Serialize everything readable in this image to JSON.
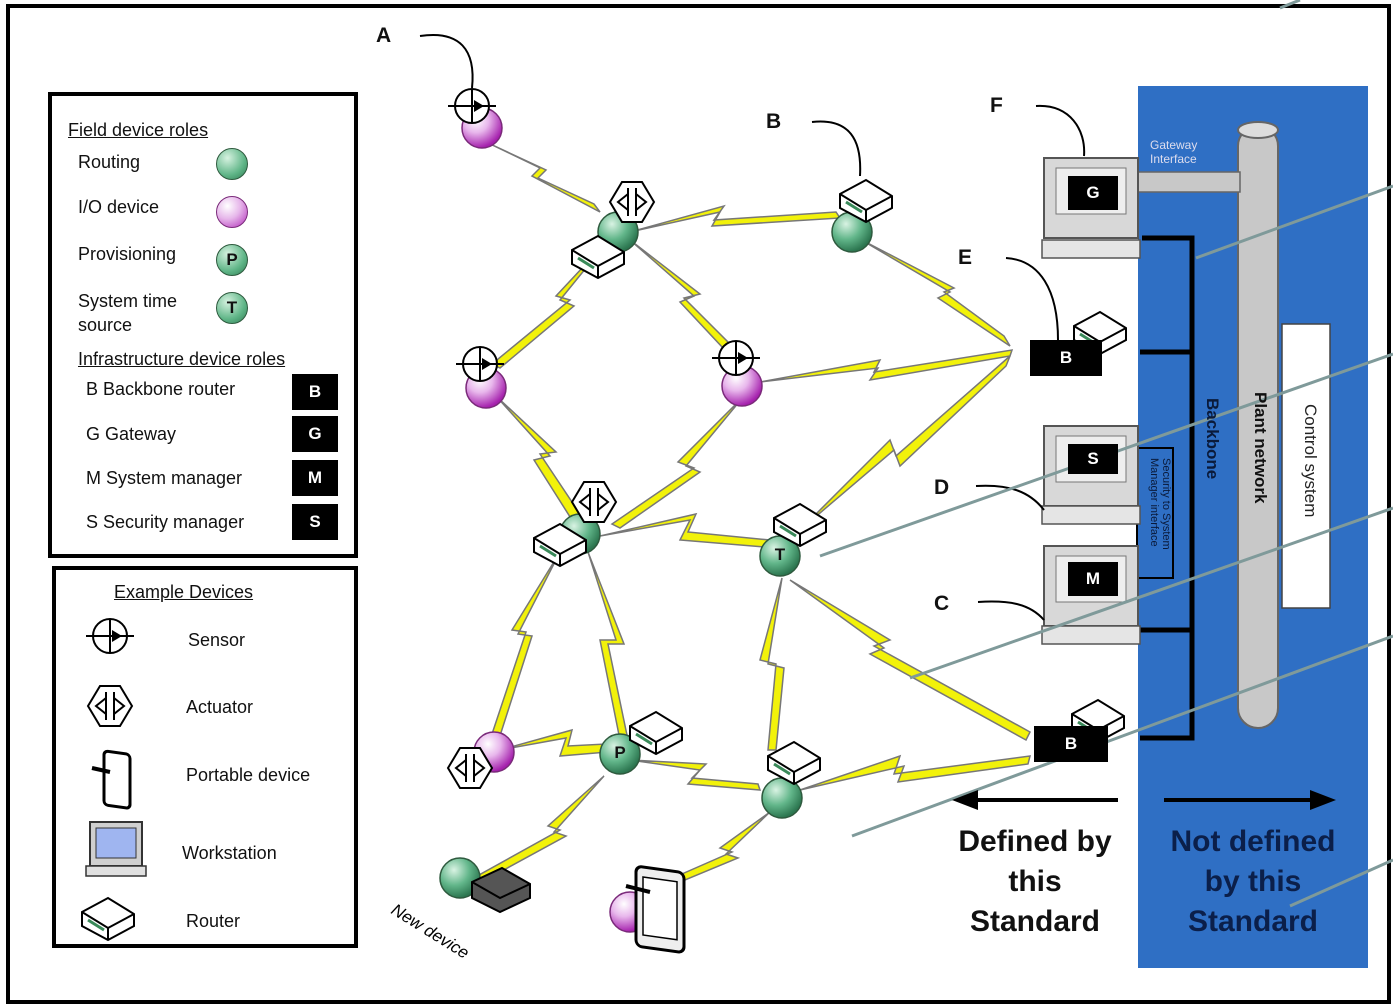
{
  "legend_roles": {
    "title": "Field device roles",
    "routing": "Routing",
    "io_device": "I/O device",
    "provisioning": "Provisioning",
    "provisioning_symbol": "P",
    "system_time_line1": "System time",
    "system_time_line2": "source",
    "system_time_symbol": "T",
    "infra_title": "Infrastructure device roles",
    "backbone_router": "B  Backbone router",
    "gateway": "G  Gateway",
    "system_manager": "M  System manager",
    "security_manager": "S  Security manager",
    "b": "B",
    "g": "G",
    "m": "M",
    "s": "S"
  },
  "legend_devices": {
    "title": "Example Devices",
    "sensor": "Sensor",
    "actuator": "Actuator",
    "portable": "Portable device",
    "workstation": "Workstation",
    "router": "Router"
  },
  "callouts": {
    "a": "A",
    "b": "B",
    "c": "C",
    "d": "D",
    "e": "E",
    "f": "F"
  },
  "nodes": {
    "t": "T",
    "p": "P",
    "gw": "G",
    "sm": "S",
    "mm": "M",
    "b1": "B",
    "b2": "B",
    "new_device": "New device"
  },
  "blue_panel": {
    "gateway_interface_line1": "Gateway",
    "gateway_interface_line2": "Interface",
    "security_interface_line1": "Security to System",
    "security_interface_line2": "Manager interface",
    "backbone": "Backbone",
    "plant_network": "Plant network",
    "control_system": "Control system"
  },
  "footer": {
    "defined_1": "Defined by",
    "defined_2": "this",
    "defined_3": "Standard",
    "not_defined_1": "Not defined",
    "not_defined_2": "by this",
    "not_defined_3": "Standard"
  },
  "colors": {
    "panel_blue": "#2f6fc4",
    "bolt_yellow": "#f2f20a",
    "routing_green": "#5fb587",
    "io_purple": "#c23ec7"
  }
}
